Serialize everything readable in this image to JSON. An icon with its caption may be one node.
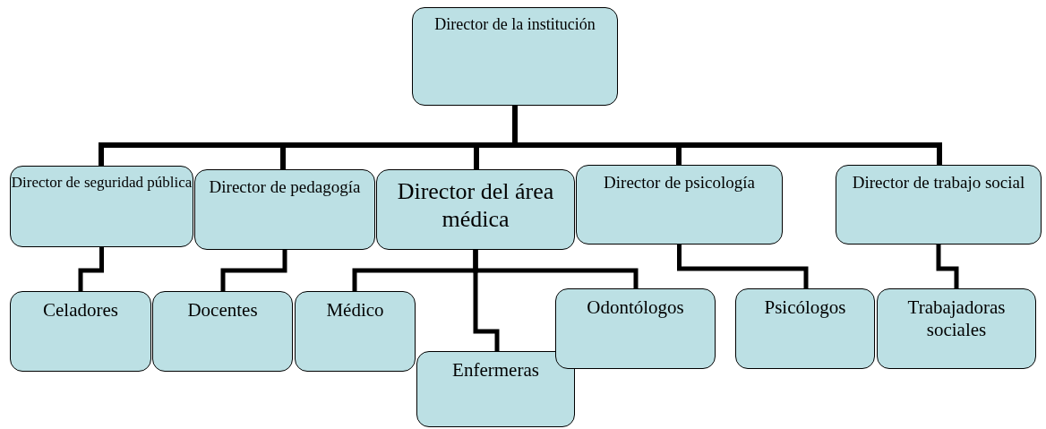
{
  "diagram": {
    "nodes": [
      {
        "text": [
          "Director de la institución"
        ]
      },
      {
        "text": [
          "Director de seguridad pública"
        ]
      },
      {
        "text": [
          "Director de pedagogía"
        ]
      },
      {
        "text": [
          "Director del área médica"
        ]
      },
      {
        "text": [
          "Director de psicología"
        ]
      },
      {
        "text": [
          "Director de trabajo social"
        ]
      },
      {
        "text": [
          "Celadores"
        ]
      },
      {
        "text": [
          "Docentes"
        ]
      },
      {
        "text": [
          "Médico"
        ]
      },
      {
        "text": [
          "Enfermeras"
        ]
      },
      {
        "text": [
          "Odontólogos"
        ]
      },
      {
        "text": [
          "Psicólogos"
        ]
      },
      {
        "text": [
          "Trabajadoras sociales"
        ]
      }
    ],
    "edges": [
      {
        "from": 0,
        "to": 1,
        "arrow": "none"
      },
      {
        "from": 0,
        "to": 2,
        "arrow": "none"
      },
      {
        "from": 0,
        "to": 3,
        "arrow": "none"
      },
      {
        "from": 0,
        "to": 4,
        "arrow": "none"
      },
      {
        "from": 0,
        "to": 5,
        "arrow": "none"
      },
      {
        "from": 1,
        "to": 6,
        "arrow": "none"
      },
      {
        "from": 2,
        "to": 7,
        "arrow": "none"
      },
      {
        "from": 3,
        "to": 8,
        "arrow": "none"
      },
      {
        "from": 3,
        "to": 9,
        "arrow": "none"
      },
      {
        "from": 3,
        "to": 10,
        "arrow": "none"
      },
      {
        "from": 4,
        "to": 11,
        "arrow": "none"
      },
      {
        "from": 5,
        "to": 12,
        "arrow": "none"
      }
    ]
  }
}
